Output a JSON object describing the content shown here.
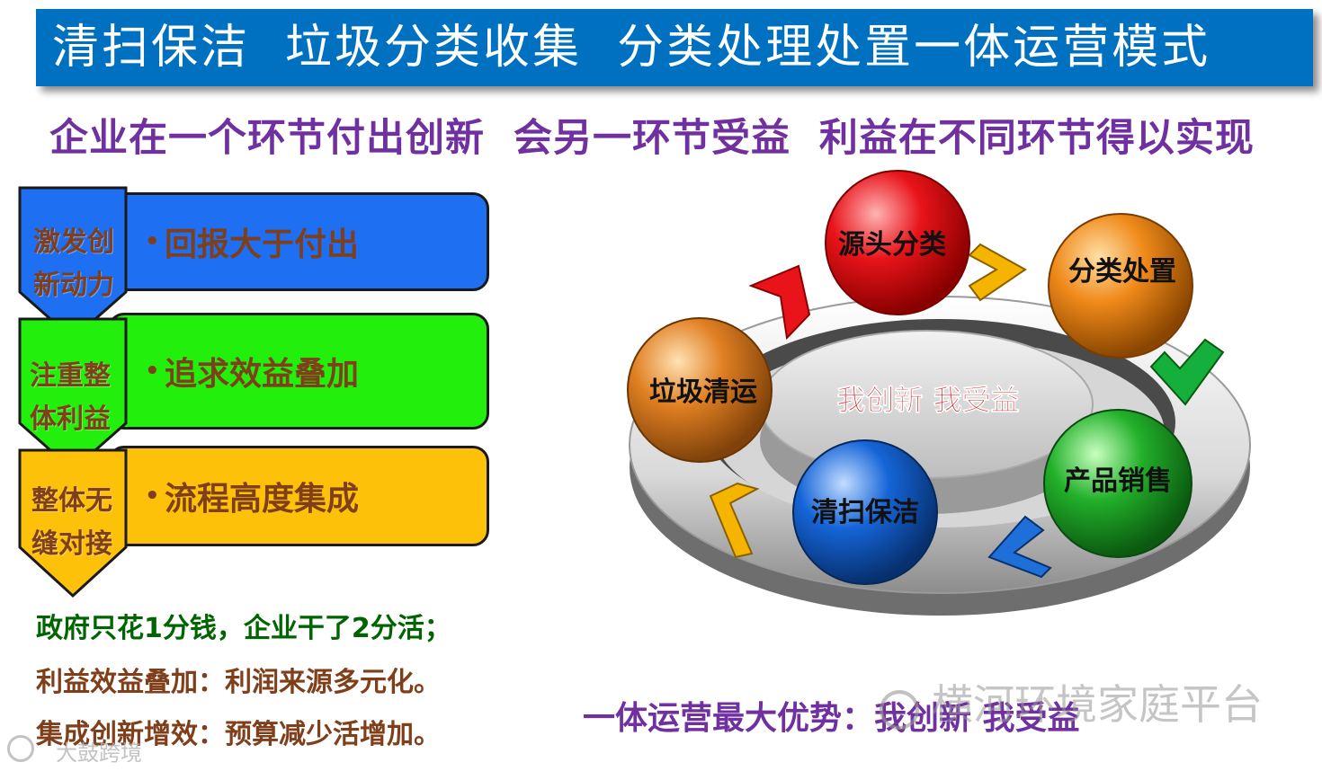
{
  "title": "清扫保洁  垃圾分类收集  分类处理处置一体运营模式",
  "subtitle": "企业在一个环节付出创新  会另一环节受益  利益在不同环节得以实现",
  "rows": [
    {
      "label": "激发创新动力",
      "label_line1": "激发创",
      "label_line2": "新动力",
      "bullet": "回报大于付出",
      "color": "#1e6ff2"
    },
    {
      "label": "注重整体利益",
      "label_line1": "注重整",
      "label_line2": "体利益",
      "bullet": "追求效益叠加",
      "color": "#22ef0c"
    },
    {
      "label": "整体无缝对接",
      "label_line1": "整体无",
      "label_line2": "缝对接",
      "bullet": "流程高度集成",
      "color": "#fec10a"
    }
  ],
  "notes": [
    "政府只花1分钱，企业干了2分活；",
    "利益效益叠加：利润来源多元化。",
    "集成创新增效：预算减少活增加。"
  ],
  "cycle": {
    "center_text": "我创新 我受益",
    "nodes": [
      {
        "label": "源头分类",
        "color": "#e8141a"
      },
      {
        "label": "分类处置",
        "color": "#f08a1a"
      },
      {
        "label": "产品销售",
        "color": "#22b02a"
      },
      {
        "label": "清扫保洁",
        "color": "#1565d8"
      },
      {
        "label": "垃圾清运",
        "color": "#e07f22"
      }
    ]
  },
  "bottom_caption": "一体运营最大优势：我创新 我受益",
  "watermark": "横河环境家庭平台",
  "watermark_small": "大鼓跨境",
  "colors": {
    "title_bg": "#0070c0",
    "subtitle": "#7030a0",
    "label_text": "#7f3f1a",
    "note_green": "#006400"
  }
}
